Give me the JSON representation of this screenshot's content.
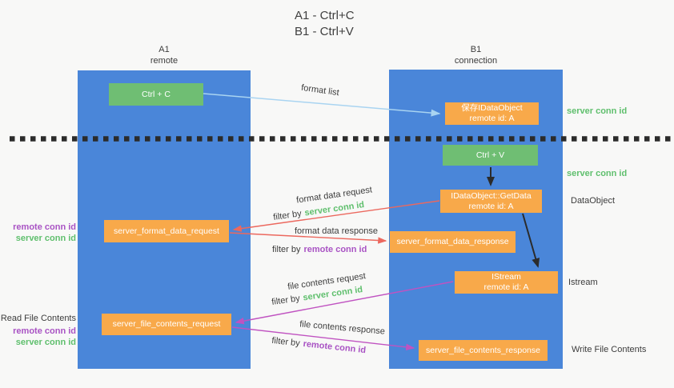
{
  "title": {
    "line1": "A1 - Ctrl+C",
    "line2": "B1 - Ctrl+V"
  },
  "columns": {
    "a1": {
      "name": "A1",
      "subtitle": "remote"
    },
    "b1": {
      "name": "B1",
      "subtitle": "connection"
    }
  },
  "nodes": {
    "ctrl_c": {
      "label": "Ctrl + C"
    },
    "save_idataobject": {
      "line1": "保存IDataObject",
      "line2": "remote id: A"
    },
    "ctrl_v": {
      "label": "Ctrl + V"
    },
    "idataobject_getdata": {
      "line1": "IDataObject::GetData",
      "line2": "remote id: A"
    },
    "server_format_data_request": {
      "label": "server_format_data_request"
    },
    "server_format_data_response": {
      "label": "server_format_data_response"
    },
    "istream": {
      "line1": "IStream",
      "line2": "remote id: A"
    },
    "server_file_contents_request": {
      "label": "server_file_contents_request"
    },
    "server_file_contents_response": {
      "label": "server_file_contents_response"
    }
  },
  "arrow_labels": {
    "format_list": "format list",
    "format_data_request": "format data request",
    "format_data_response": "format data response",
    "file_contents_request": "file contents request",
    "file_contents_response": "file contents response",
    "filter_by": "filter by",
    "server_conn_id": "server conn id",
    "remote_conn_id": "remote conn id"
  },
  "side_labels": {
    "right_top_server_conn_id": "server conn id",
    "right_mid_server_conn_id": "server conn id",
    "dataobject": "DataObject",
    "istream": "Istream",
    "write_file_contents": "Write File Contents",
    "read_file_contents": "Read File Contents",
    "left_format_remote_conn_id": "remote conn id",
    "left_format_server_conn_id": "server conn id",
    "left_file_remote_conn_id": "remote conn id",
    "left_file_server_conn_id": "server conn id"
  },
  "colors": {
    "background": "#f8f8f7",
    "column_blue": "#4a86d9",
    "box_green": "#6fbe73",
    "box_orange": "#f8a94a",
    "text_green": "#5fbf6d",
    "text_purple": "#a953c4",
    "text_dark": "#3c3c3c",
    "arrow_blue": "#a9d4f1",
    "arrow_red": "#ec685e",
    "arrow_magenta": "#c053c1",
    "arrow_black": "#2b2b2b"
  }
}
